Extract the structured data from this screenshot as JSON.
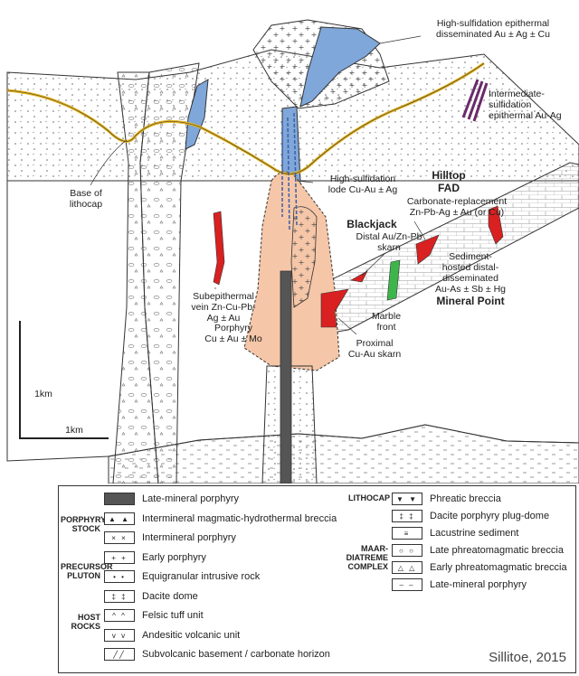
{
  "labels": {
    "hs_epithermal": "High-sulfidation epithermal\ndisseminated Au ± Ag ± Cu",
    "is_epithermal": "Intermediate-\nsulfidation\nepithermal Au-Ag",
    "base_lithocap": "Base of\nlithocap",
    "hs_lode": "High-sulfidation\nlode Cu-Au ± Ag",
    "hilltop": "Hilltop",
    "fad": "FAD",
    "carbonate_replacement": "Carbonate-replacement\nZn-Pb-Ag ± Au (or Cu)",
    "blackjack": "Blackjack",
    "distal_skarn": "Distal Au/Zn-Pb\nskarn",
    "subepithermal_vein": "Subepithermal\nvein Zn-Cu-Pb-\nAg ± Au",
    "sediment_hosted": "Sediment-\nhosted distal-\ndisseminated\nAu-As ± Sb ± Hg",
    "mineral_point": "Mineral Point",
    "marble_front": "Marble\nfront",
    "porphyry": "Porphyry\nCu ± Au ± Mo",
    "proximal_skarn": "Proximal\nCu-Au skarn",
    "scale_vertical": "1km",
    "scale_horizontal": "1km"
  },
  "legend": {
    "groups": {
      "porphyry_stock": "PORPHYRY\nSTOCK",
      "precursor_pluton": "PRECURSOR\nPLUTON",
      "host_rocks": "HOST\nROCKS",
      "lithocap": "LITHOCAP",
      "maar_diatreme": "MAAR-\nDIATREME\nCOMPLEX"
    },
    "left_items": [
      {
        "label": "Late-mineral porphyry",
        "swatch": "late-mineral-porphyry"
      },
      {
        "label": "Intermineral magmatic-hydrothermal breccia",
        "swatch": "breccia"
      },
      {
        "label": "Intermineral porphyry",
        "swatch": "intermineral"
      },
      {
        "label": "Early porphyry",
        "swatch": "early"
      },
      {
        "label": "Equigranular intrusive rock",
        "swatch": "equigranular"
      },
      {
        "label": "Dacite dome",
        "swatch": "dacite-dome"
      },
      {
        "label": "Felsic tuff unit",
        "swatch": "felsic-tuff"
      },
      {
        "label": "Andesitic volcanic unit",
        "swatch": "andesitic"
      },
      {
        "label": "Subvolcanic basement / carbonate horizon",
        "swatch": "basement"
      }
    ],
    "right_items": [
      {
        "label": "Phreatic breccia",
        "swatch": "phreatic"
      },
      {
        "label": "Dacite porphyry plug-dome",
        "swatch": "plug-dome"
      },
      {
        "label": "Lacustrine sediment",
        "swatch": "lacustrine"
      },
      {
        "label": "Late phreatomagmatic breccia",
        "swatch": "late-phreato"
      },
      {
        "label": "Early phreatomagmatic breccia",
        "swatch": "early-phreato"
      },
      {
        "label": "Late-mineral porphyry",
        "swatch": "late-mineral-porphyry-2"
      }
    ],
    "credit": "Sillitoe, 2015"
  },
  "colors": {
    "lithocap_base": "#e3b21f",
    "hs_blue": "#7fa7d9",
    "porphyry_orange": "#f5c6a7",
    "ore_red": "#d92121",
    "is_purple": "#6a2a6a",
    "marble_green": "#3db54a",
    "late_porphyry": "#555555"
  }
}
